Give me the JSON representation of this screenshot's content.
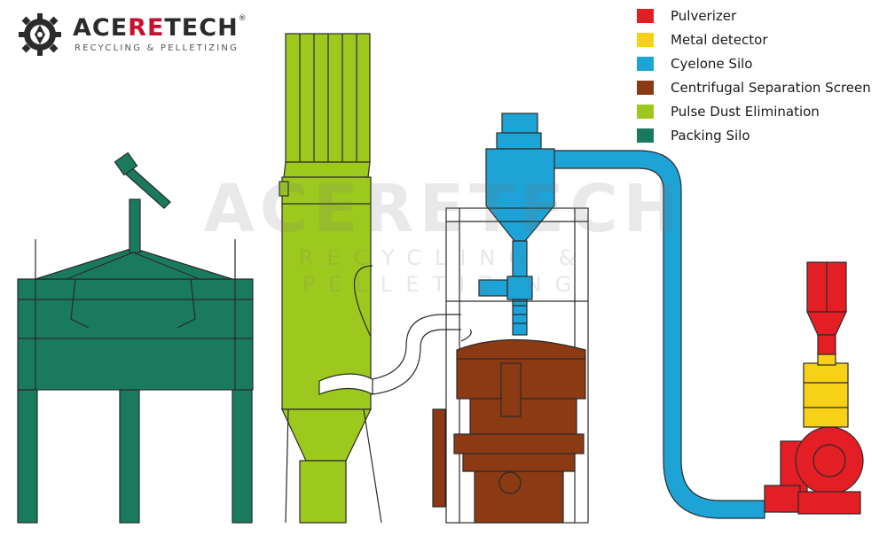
{
  "brand": {
    "name_left": "ACE",
    "name_mid": "RE",
    "name_right": "TECH",
    "registered": "®",
    "tagline": "RECYCLING & PELLETIZING",
    "logo_icon": "gear-logo-icon"
  },
  "legend": {
    "items": [
      {
        "label": "Pulverizer",
        "color": "#e31e24"
      },
      {
        "label": "Metal detector",
        "color": "#f7d117"
      },
      {
        "label": "Cyelone Silo",
        "color": "#1ea3d6"
      },
      {
        "label": "Centrifugal Separation Screen",
        "color": "#8b3a14"
      },
      {
        "label": "Pulse Dust Elimination",
        "color": "#9dc91e"
      },
      {
        "label": "Packing Silo",
        "color": "#1a7a5e"
      }
    ]
  },
  "watermark": {
    "name": "ACERETECH",
    "tagline": "RECYCLING & PELLETIZING"
  },
  "colors": {
    "packing": "#1a7a5e",
    "dust": "#9dc91e",
    "cyclone": "#1ea3d6",
    "screen": "#8b3a14",
    "detector": "#f7d117",
    "pulverizer": "#e31e24",
    "line": "#2a2a2a"
  }
}
